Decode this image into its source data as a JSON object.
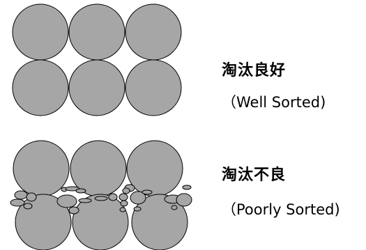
{
  "well_sorted": {
    "label_zh": "淘汰良好",
    "label_en": "（Well Sorted)"
  },
  "poorly_sorted": {
    "label_zh": "淘汰不良",
    "label_en": "（Poorly Sorted)"
  },
  "colors": {
    "grain_fill": "#a6a6a6",
    "grain_stroke": "#000000",
    "background": "#ffffff"
  }
}
